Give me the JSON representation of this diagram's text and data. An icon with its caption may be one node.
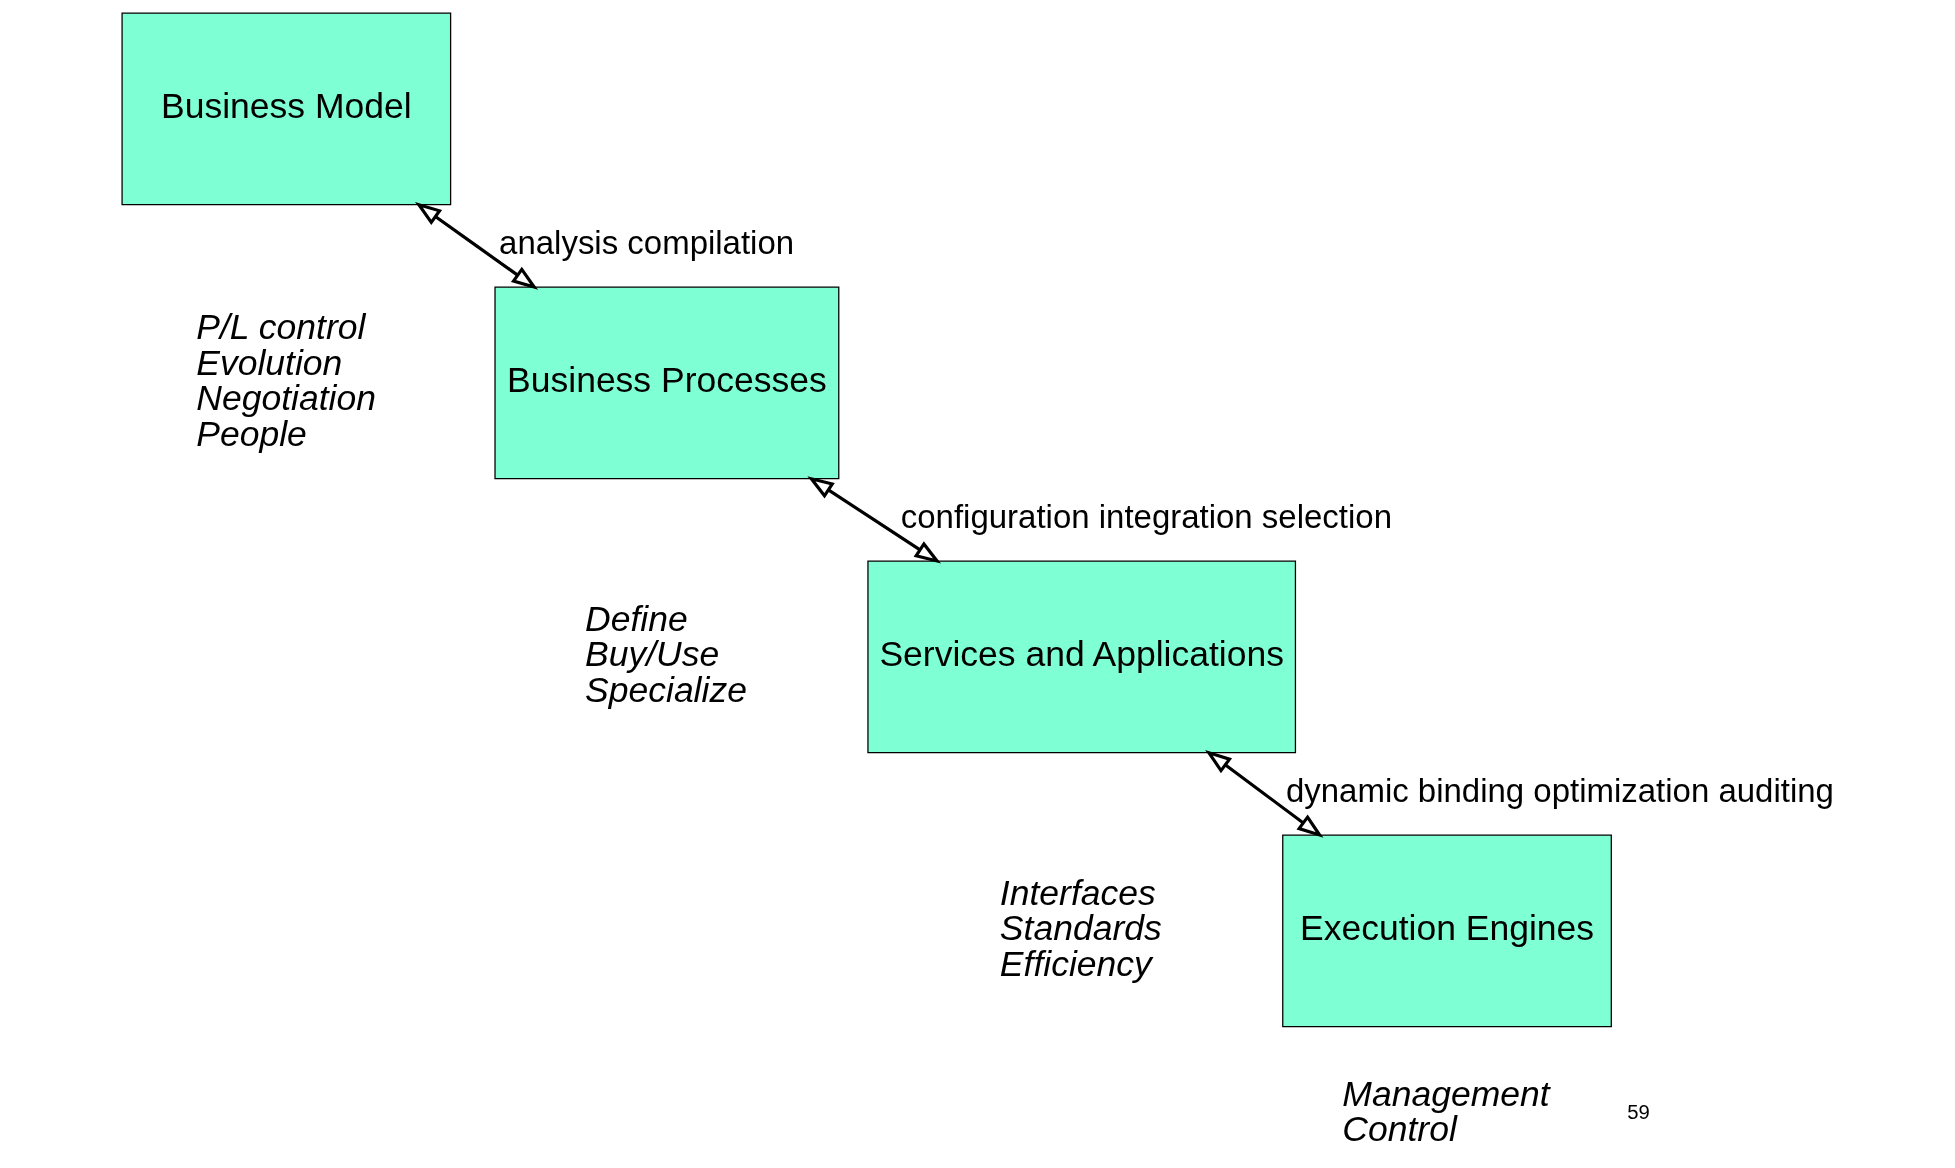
{
  "diagram": {
    "nodes": [
      {
        "text": [
          "Business Model"
        ],
        "beside": [
          "P/L control",
          "Evolution",
          "Negotiation",
          "People"
        ]
      },
      {
        "text": [
          "Business Processes"
        ],
        "beside": [
          "Define",
          "Buy/Use",
          "Specialize"
        ]
      },
      {
        "text": [
          "Services and Applications"
        ],
        "beside": [
          "Interfaces",
          "Standards",
          "Efficiency"
        ]
      },
      {
        "text": [
          "Execution Engines"
        ],
        "beside": [
          "Management",
          "Control"
        ]
      }
    ],
    "edges": [
      {
        "from": 0,
        "to": 1,
        "arrow": "both",
        "label": "analysis compilation"
      },
      {
        "from": 1,
        "to": 2,
        "arrow": "both",
        "label": "configuration integration selection"
      },
      {
        "from": 2,
        "to": 3,
        "arrow": "both",
        "label": "dynamic binding optimization auditing"
      }
    ],
    "labels": [
      "59"
    ]
  }
}
